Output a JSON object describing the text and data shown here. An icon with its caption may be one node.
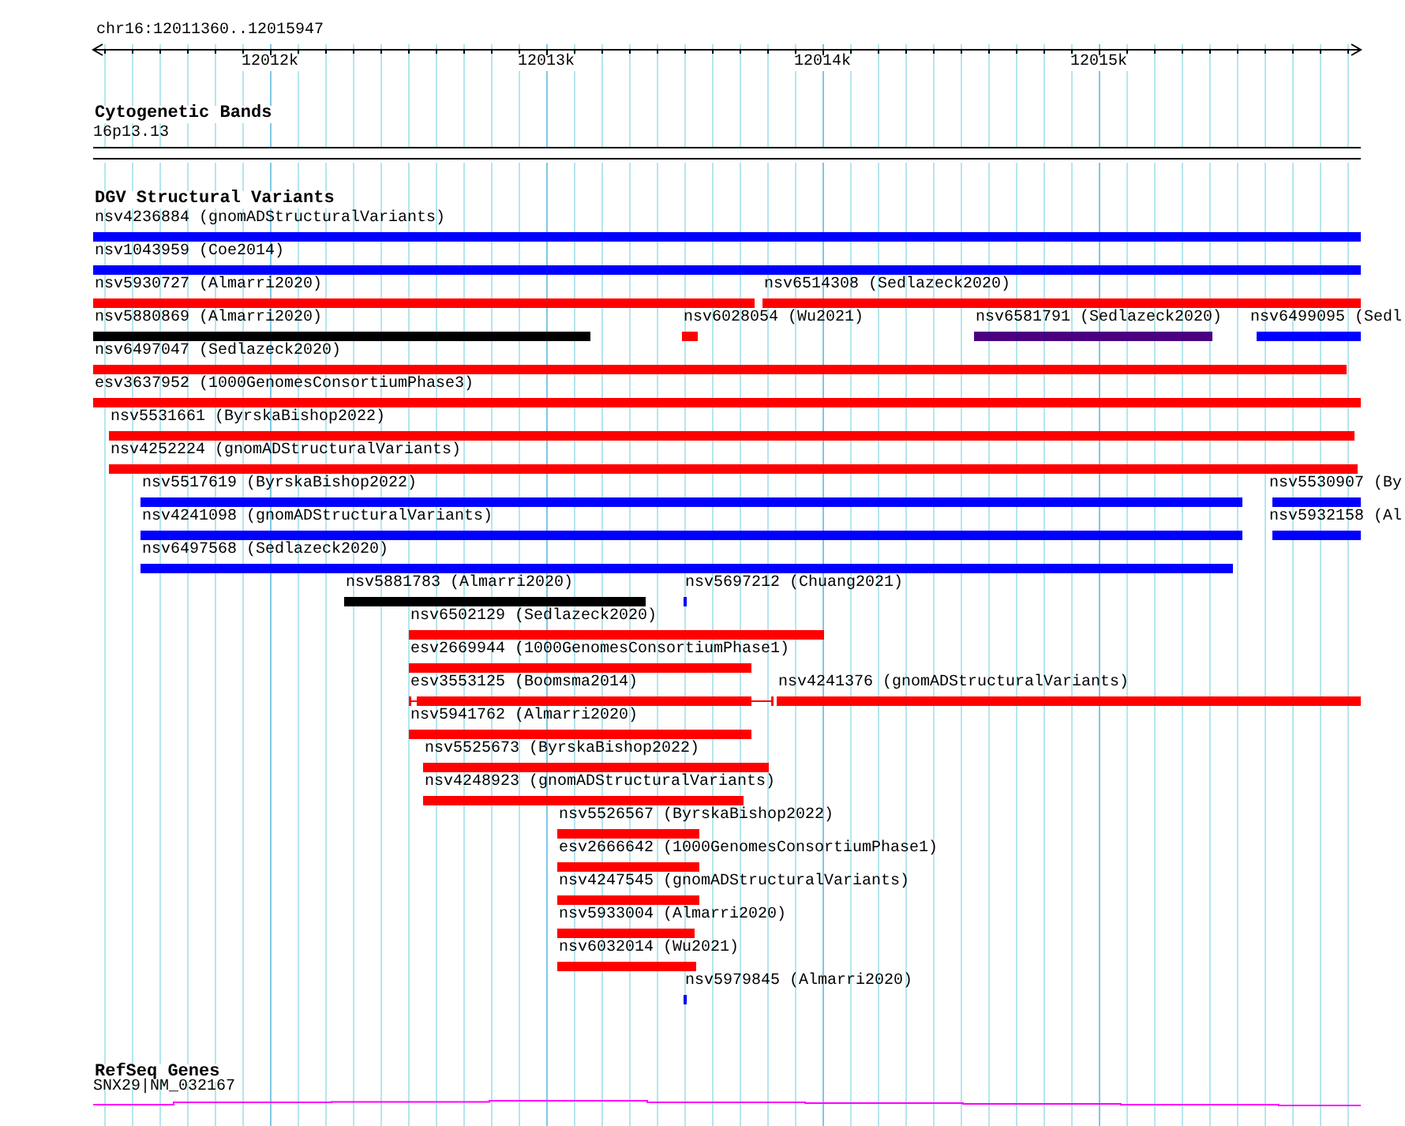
{
  "diagram": {
    "nodes": [
      {
        "text": [
          "16p13.13"
        ]
      },
      {
        "text": [
          "nsv4236884 (gnomADStructuralVariants)"
        ]
      },
      {
        "text": [
          "nsv1043959 (Coe2014)"
        ]
      },
      {
        "text": [
          "nsv5930727 (Almarri2020)"
        ]
      },
      {
        "text": [
          "nsv6514308 (Sedlazeck2020)"
        ]
      },
      {
        "text": [
          "nsv5880869 (Almarri2020)"
        ]
      },
      {
        "text": [
          "nsv6028054 (Wu2021)"
        ]
      },
      {
        "text": [
          "nsv6581791 (Sedlazeck2020)"
        ]
      },
      {
        "text": [
          "nsv6499095 (Sedl"
        ]
      },
      {
        "text": [
          "nsv6497047 (Sedlazeck2020)"
        ]
      },
      {
        "text": [
          "esv3637952 (1000GenomesConsortiumPhase3)"
        ]
      },
      {
        "text": [
          "nsv5531661 (ByrskaBishop2022)"
        ]
      },
      {
        "text": [
          "nsv4252224 (gnomADStructuralVariants)"
        ]
      },
      {
        "text": [
          "nsv5517619 (ByrskaBishop2022)"
        ]
      },
      {
        "text": [
          "nsv5530907 (By"
        ]
      },
      {
        "text": [
          "nsv4241098 (gnomADStructuralVariants)"
        ]
      },
      {
        "text": [
          "nsv5932158 (Al"
        ]
      },
      {
        "text": [
          "nsv6497568 (Sedlazeck2020)"
        ]
      },
      {
        "text": [
          "nsv5881783 (Almarri2020)"
        ]
      },
      {
        "text": [
          "nsv5697212 (Chuang2021)"
        ]
      },
      {
        "text": [
          "nsv6502129 (Sedlazeck2020)"
        ]
      },
      {
        "text": [
          "esv2669944 (1000GenomesConsortiumPhase1)"
        ]
      },
      {
        "text": [
          "esv3553125 (Boomsma2014)"
        ]
      },
      {
        "text": [
          "nsv4241376 (gnomADStructuralVariants)"
        ]
      },
      {
        "text": [
          "nsv5941762 (Almarri2020)"
        ]
      },
      {
        "text": [
          "nsv5525673 (ByrskaBishop2022)"
        ]
      },
      {
        "text": [
          "nsv4248923 (gnomADStructuralVariants)"
        ]
      },
      {
        "text": [
          "nsv5526567 (ByrskaBishop2022)"
        ]
      },
      {
        "text": [
          "esv2666642 (1000GenomesConsortiumPhase1)"
        ]
      },
      {
        "text": [
          "nsv4247545 (gnomADStructuralVariants)"
        ]
      },
      {
        "text": [
          "nsv5933004 (Almarri2020)"
        ]
      },
      {
        "text": [
          "nsv6032014 (Wu2021)"
        ]
      },
      {
        "text": [
          "nsv5979845 (Almarri2020)"
        ]
      },
      {
        "text": [
          "SNX29|NM_032167"
        ]
      }
    ],
    "labels": [
      "chr16:12011360..12015947",
      "12012k",
      "12013k",
      "12014k",
      "12015k",
      "Cytogenetic Bands",
      "DGV Structural Variants",
      "RefSeq Genes"
    ]
  }
}
